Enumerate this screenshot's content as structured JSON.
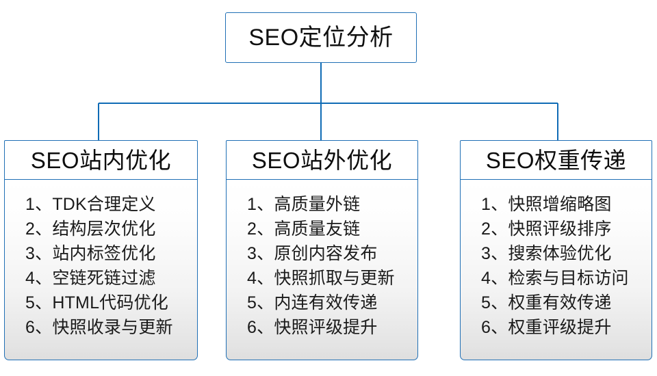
{
  "diagram": {
    "type": "org-chart",
    "root": {
      "label": "SEO定位分析"
    },
    "style": {
      "border_color": "#1f6fb5",
      "connector_color": "#0f6bb5",
      "header_fill": "#ffffff",
      "body_gradient_top": "#ffffff",
      "body_gradient_bottom": "#dedede",
      "text_color": "#101010"
    },
    "branches": [
      {
        "header": "SEO站内优化",
        "items": [
          {
            "num": "1",
            "sep": "、",
            "text": "TDK合理定义"
          },
          {
            "num": "2",
            "sep": "、",
            "text": "结构层次优化"
          },
          {
            "num": "3",
            "sep": "、",
            "text": "站内标签优化"
          },
          {
            "num": "4",
            "sep": "、",
            "text": "空链死链过滤"
          },
          {
            "num": "5",
            "sep": "、",
            "text": "HTML代码优化"
          },
          {
            "num": "6",
            "sep": "、",
            "text": "快照收录与更新"
          }
        ]
      },
      {
        "header": "SEO站外优化",
        "items": [
          {
            "num": "1",
            "sep": "、",
            "text": "高质量外链"
          },
          {
            "num": "2",
            "sep": "、",
            "text": "高质量友链"
          },
          {
            "num": "3",
            "sep": "、",
            "text": "原创内容发布"
          },
          {
            "num": "4",
            "sep": "、",
            "text": "快照抓取与更新"
          },
          {
            "num": "5",
            "sep": "、",
            "text": "内连有效传递"
          },
          {
            "num": "6",
            "sep": "、",
            "text": "快照评级提升"
          }
        ]
      },
      {
        "header": "SEO权重传递",
        "items": [
          {
            "num": "1",
            "sep": "、",
            "text": "快照增缩略图"
          },
          {
            "num": "2",
            "sep": "、",
            "text": "快照评级排序"
          },
          {
            "num": "3",
            "sep": "、",
            "text": "搜索体验优化"
          },
          {
            "num": "4",
            "sep": "、",
            "text": "检索与目标访问"
          },
          {
            "num": "5",
            "sep": "、",
            "text": "权重有效传递"
          },
          {
            "num": "6",
            "sep": "、",
            "text": "权重评级提升"
          }
        ]
      }
    ]
  }
}
